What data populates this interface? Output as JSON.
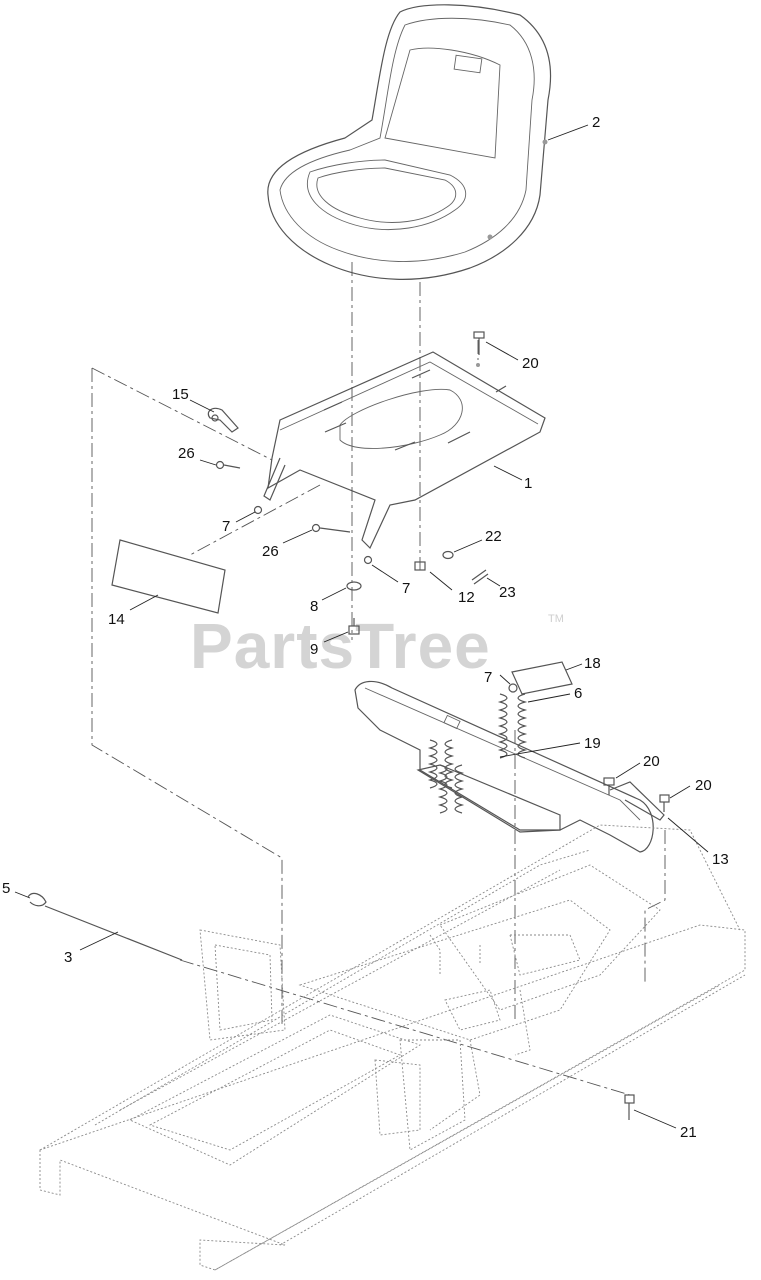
{
  "watermark": {
    "text": "PartsTree",
    "mark": "TM"
  },
  "callouts": [
    "1",
    "2",
    "3",
    "5",
    "6",
    "7",
    "8",
    "9",
    "12",
    "13",
    "14",
    "15",
    "18",
    "19",
    "20",
    "21",
    "22",
    "23",
    "26"
  ]
}
